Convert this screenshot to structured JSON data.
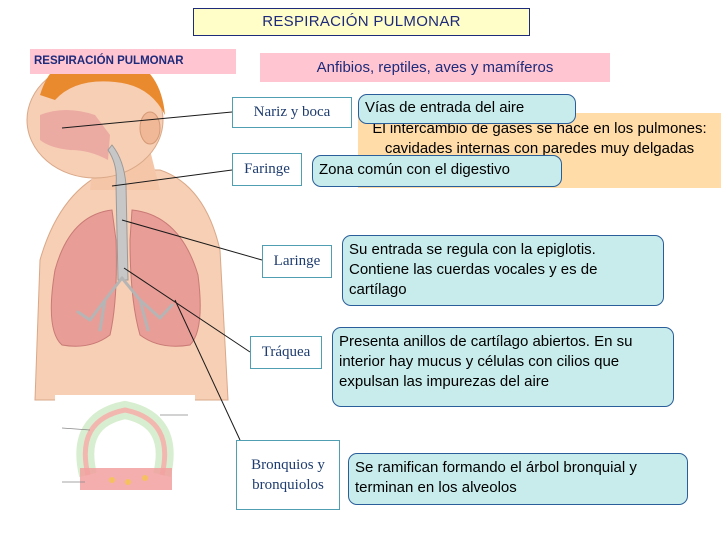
{
  "header": {
    "title": "RESPIRACIÓN PULMONAR",
    "section_label": "RESPIRACIÓN PULMONAR",
    "group_label": "Anfibios, reptiles, aves y mamíferos"
  },
  "intercambio": {
    "text": "El intercambio de gases se hace en los pulmones: cavidades internas con paredes muy delgadas"
  },
  "organs": [
    {
      "label": "Nariz y boca",
      "description": "Vías de entrada del aire"
    },
    {
      "label": "Faringe",
      "description": "Zona común con el digestivo"
    },
    {
      "label": "Laringe",
      "description": "Su entrada se regula con la epiglotis. Contiene las cuerdas vocales y es de cartílago"
    },
    {
      "label": "Tráquea",
      "description": "Presenta anillos de cartílago abiertos. En su interior hay mucus y células con cilios que expulsan las impurezas del aire"
    },
    {
      "label": "Bronquios y bronquiolos",
      "description": "Se ramifican formando el árbol bronquial y terminan en los alveolos"
    }
  ],
  "colors": {
    "title_bg": "#fffdc8",
    "pink_label_bg": "#ffc6d2",
    "orange_box_bg": "#ffdca8",
    "description_bg": "#c8ecec",
    "navy_text": "#1e2a7a"
  }
}
